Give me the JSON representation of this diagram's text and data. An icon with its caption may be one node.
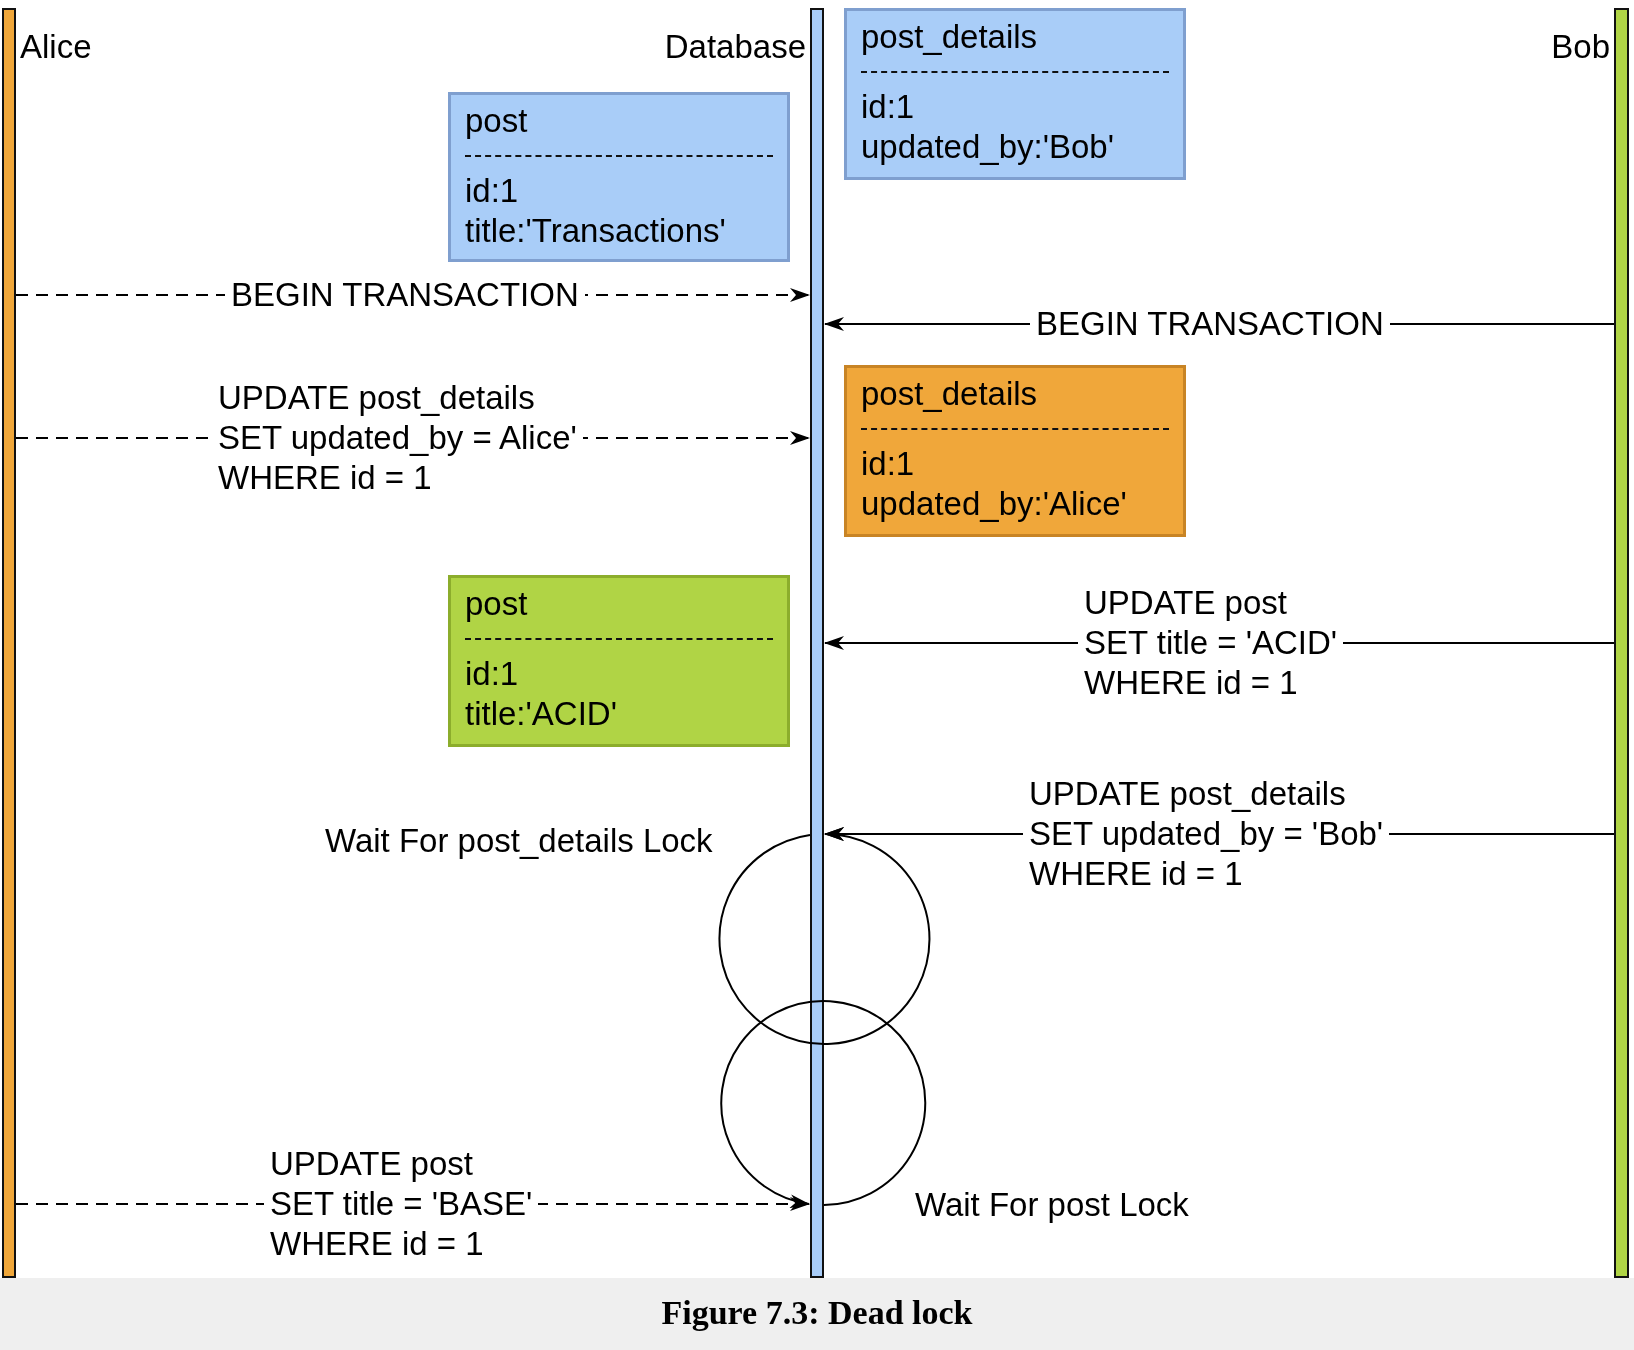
{
  "diagram": {
    "caption": "Figure 7.3: Dead lock",
    "nodes": [
      {
        "text": [
          "Alice"
        ]
      },
      {
        "text": [
          "Database"
        ]
      },
      {
        "text": [
          "post_details",
          "id:1",
          "updated_by:'Bob'"
        ]
      },
      {
        "text": [
          "Bob"
        ]
      },
      {
        "text": [
          "post",
          "id:1",
          "title:'Transactions'"
        ]
      },
      {
        "text": [
          "post_details",
          "id:1",
          "updated_by:'Alice'"
        ]
      },
      {
        "text": [
          "post",
          "id:1",
          "title:'ACID'"
        ]
      }
    ],
    "edges": [
      {
        "from": 0,
        "to": 1,
        "arrow": "to",
        "style": "dashed",
        "label": "BEGIN TRANSACTION"
      },
      {
        "from": 3,
        "to": 1,
        "arrow": "to",
        "label": "BEGIN TRANSACTION"
      },
      {
        "from": 0,
        "to": 1,
        "arrow": "to",
        "style": "dashed",
        "label": "UPDATE post_details SET updated_by = Alice' WHERE id = 1"
      },
      {
        "from": 3,
        "to": 1,
        "arrow": "to",
        "label": "UPDATE post SET title = 'ACID' WHERE id = 1"
      },
      {
        "from": 3,
        "to": 1,
        "arrow": "to",
        "label": "UPDATE post_details SET updated_by = 'Bob' WHERE id = 1"
      },
      {
        "from": 0,
        "to": 1,
        "arrow": "to",
        "style": "dashed",
        "label": "UPDATE post SET title = 'BASE' WHERE id = 1"
      },
      {
        "from": 1,
        "to": 1,
        "arrow": "to"
      },
      {
        "from": 1,
        "to": 1,
        "arrow": "to"
      }
    ],
    "labels": [
      "Wait For post_details Lock",
      "Wait For post Lock"
    ]
  }
}
